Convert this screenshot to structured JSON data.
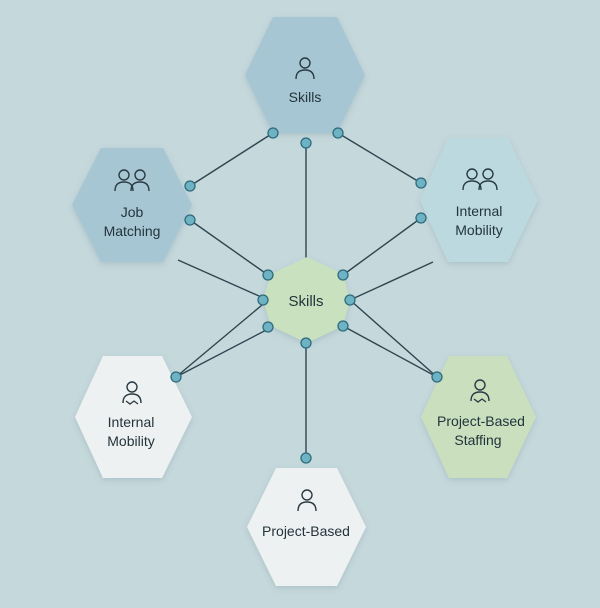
{
  "diagram": {
    "hub": {
      "label": "Skills",
      "fill": "#c9e1bf"
    },
    "nodes": [
      {
        "id": "top",
        "lines": [
          "Skills"
        ],
        "icon": "person-icon",
        "fill": "#a7c6d3"
      },
      {
        "id": "top-left",
        "lines": [
          "Job",
          "Matching"
        ],
        "icon": "people-icon",
        "fill": "#a7c6d3"
      },
      {
        "id": "top-right",
        "lines": [
          "Internal",
          "Mobility"
        ],
        "icon": "people-icon",
        "fill": "#bcd9e0"
      },
      {
        "id": "bottom-left",
        "lines": [
          "Internal",
          "Mobility"
        ],
        "icon": "person-handshake-icon",
        "fill": "#eef1f1"
      },
      {
        "id": "bottom-right",
        "lines": [
          "Project-Based",
          "Staffing"
        ],
        "icon": "person-handshake-icon",
        "fill": "#c9dfbe"
      },
      {
        "id": "bottom",
        "lines": [
          "Project-Based"
        ],
        "icon": "person-icon",
        "fill": "#eef1f1"
      }
    ],
    "colors": {
      "background": "#c5d8dc",
      "connector": "#2f4650",
      "dot_fill": "#6db3c4",
      "dot_stroke": "#2f6b7c"
    }
  }
}
